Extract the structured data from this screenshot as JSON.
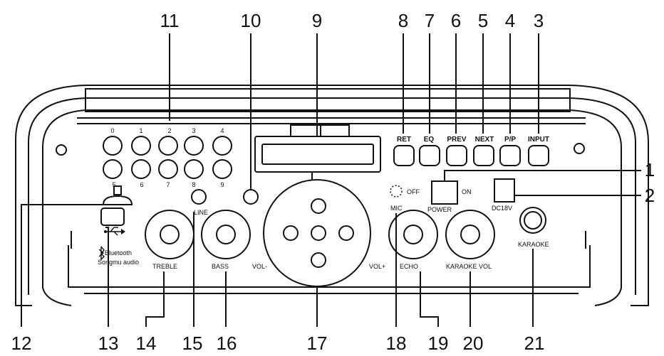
{
  "diagram": {
    "callouts_top": [
      "11",
      "10",
      "9",
      "8",
      "7",
      "6",
      "5",
      "4",
      "3"
    ],
    "callouts_right": [
      "1",
      "2"
    ],
    "callouts_bottom": [
      "12",
      "13",
      "14",
      "15",
      "16",
      "17",
      "18",
      "19",
      "20",
      "21"
    ],
    "number_keys": [
      "0",
      "1",
      "2",
      "3",
      "4",
      "5",
      "6",
      "7",
      "8",
      "9"
    ],
    "buttons": [
      "RET",
      "EQ",
      "PREV",
      "NEXT",
      "P/P",
      "INPUT"
    ],
    "labels": {
      "line": "LINE",
      "off": "OFF",
      "on": "ON",
      "power": "POWER",
      "dc": "DC18V",
      "mic": "MIC",
      "treble": "TREBLE",
      "bass": "BASS",
      "vol_minus": "VOL-",
      "vol_plus": "VOL+",
      "echo": "ECHO",
      "karaoke_vol": "KARAOKE VOL",
      "karaoke": "KARAOKE",
      "bluetooth": "Bluetooth",
      "songmu": "Songmu audio"
    },
    "icons": [
      "usb-port-icon",
      "usb-symbol-icon",
      "mic-icon",
      "bluetooth-icon",
      "sd-card-slot-icon"
    ]
  }
}
